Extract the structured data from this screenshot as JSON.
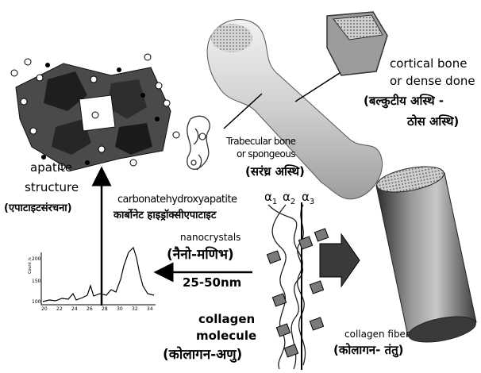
{
  "labels": {
    "cortical_line1": "cortical bone",
    "cortical_line2": "or dense done",
    "cortical_hindi1": "(बल्कुटीय अस्थि -",
    "cortical_hindi2": "ठोस अस्थि)",
    "apatite_line1": "apatite",
    "apatite_line2": "structure",
    "apatite_hindi": "(एपाटाइटसंरचना)",
    "trabecular_line1": "Trabecular bone",
    "trabecular_line2": "or spongeous",
    "trabecular_hindi": "(सरंध्र अस्थि)",
    "carbonate_en": "carbonatehydroxyapatite",
    "carbonate_hi": "कार्बोनेट हाइड्रॉक्सीएपाटाइट",
    "alpha1": "α",
    "alpha1_sub": "1",
    "alpha2": "α",
    "alpha2_sub": "2",
    "alpha3": "α",
    "alpha3_sub": "3",
    "nanocrystals": "nanocrystals",
    "nano_hindi": "(नैनो-मणिभ)",
    "nano_size": "25-50nm",
    "collagen_line1": "collagen",
    "collagen_line2": "molecule",
    "collagen_hindi": "(कोलागन-अणु)",
    "fiber_en": "collagen fiber",
    "fiber_hindi": "(कोलागन- तंतु)"
  },
  "xrd_chart": {
    "y_label": "Count /s",
    "y_ticks": [
      "200",
      "150",
      "100"
    ],
    "x_ticks": [
      "20",
      "22",
      "24",
      "26",
      "28",
      "30",
      "32",
      "34"
    ]
  }
}
